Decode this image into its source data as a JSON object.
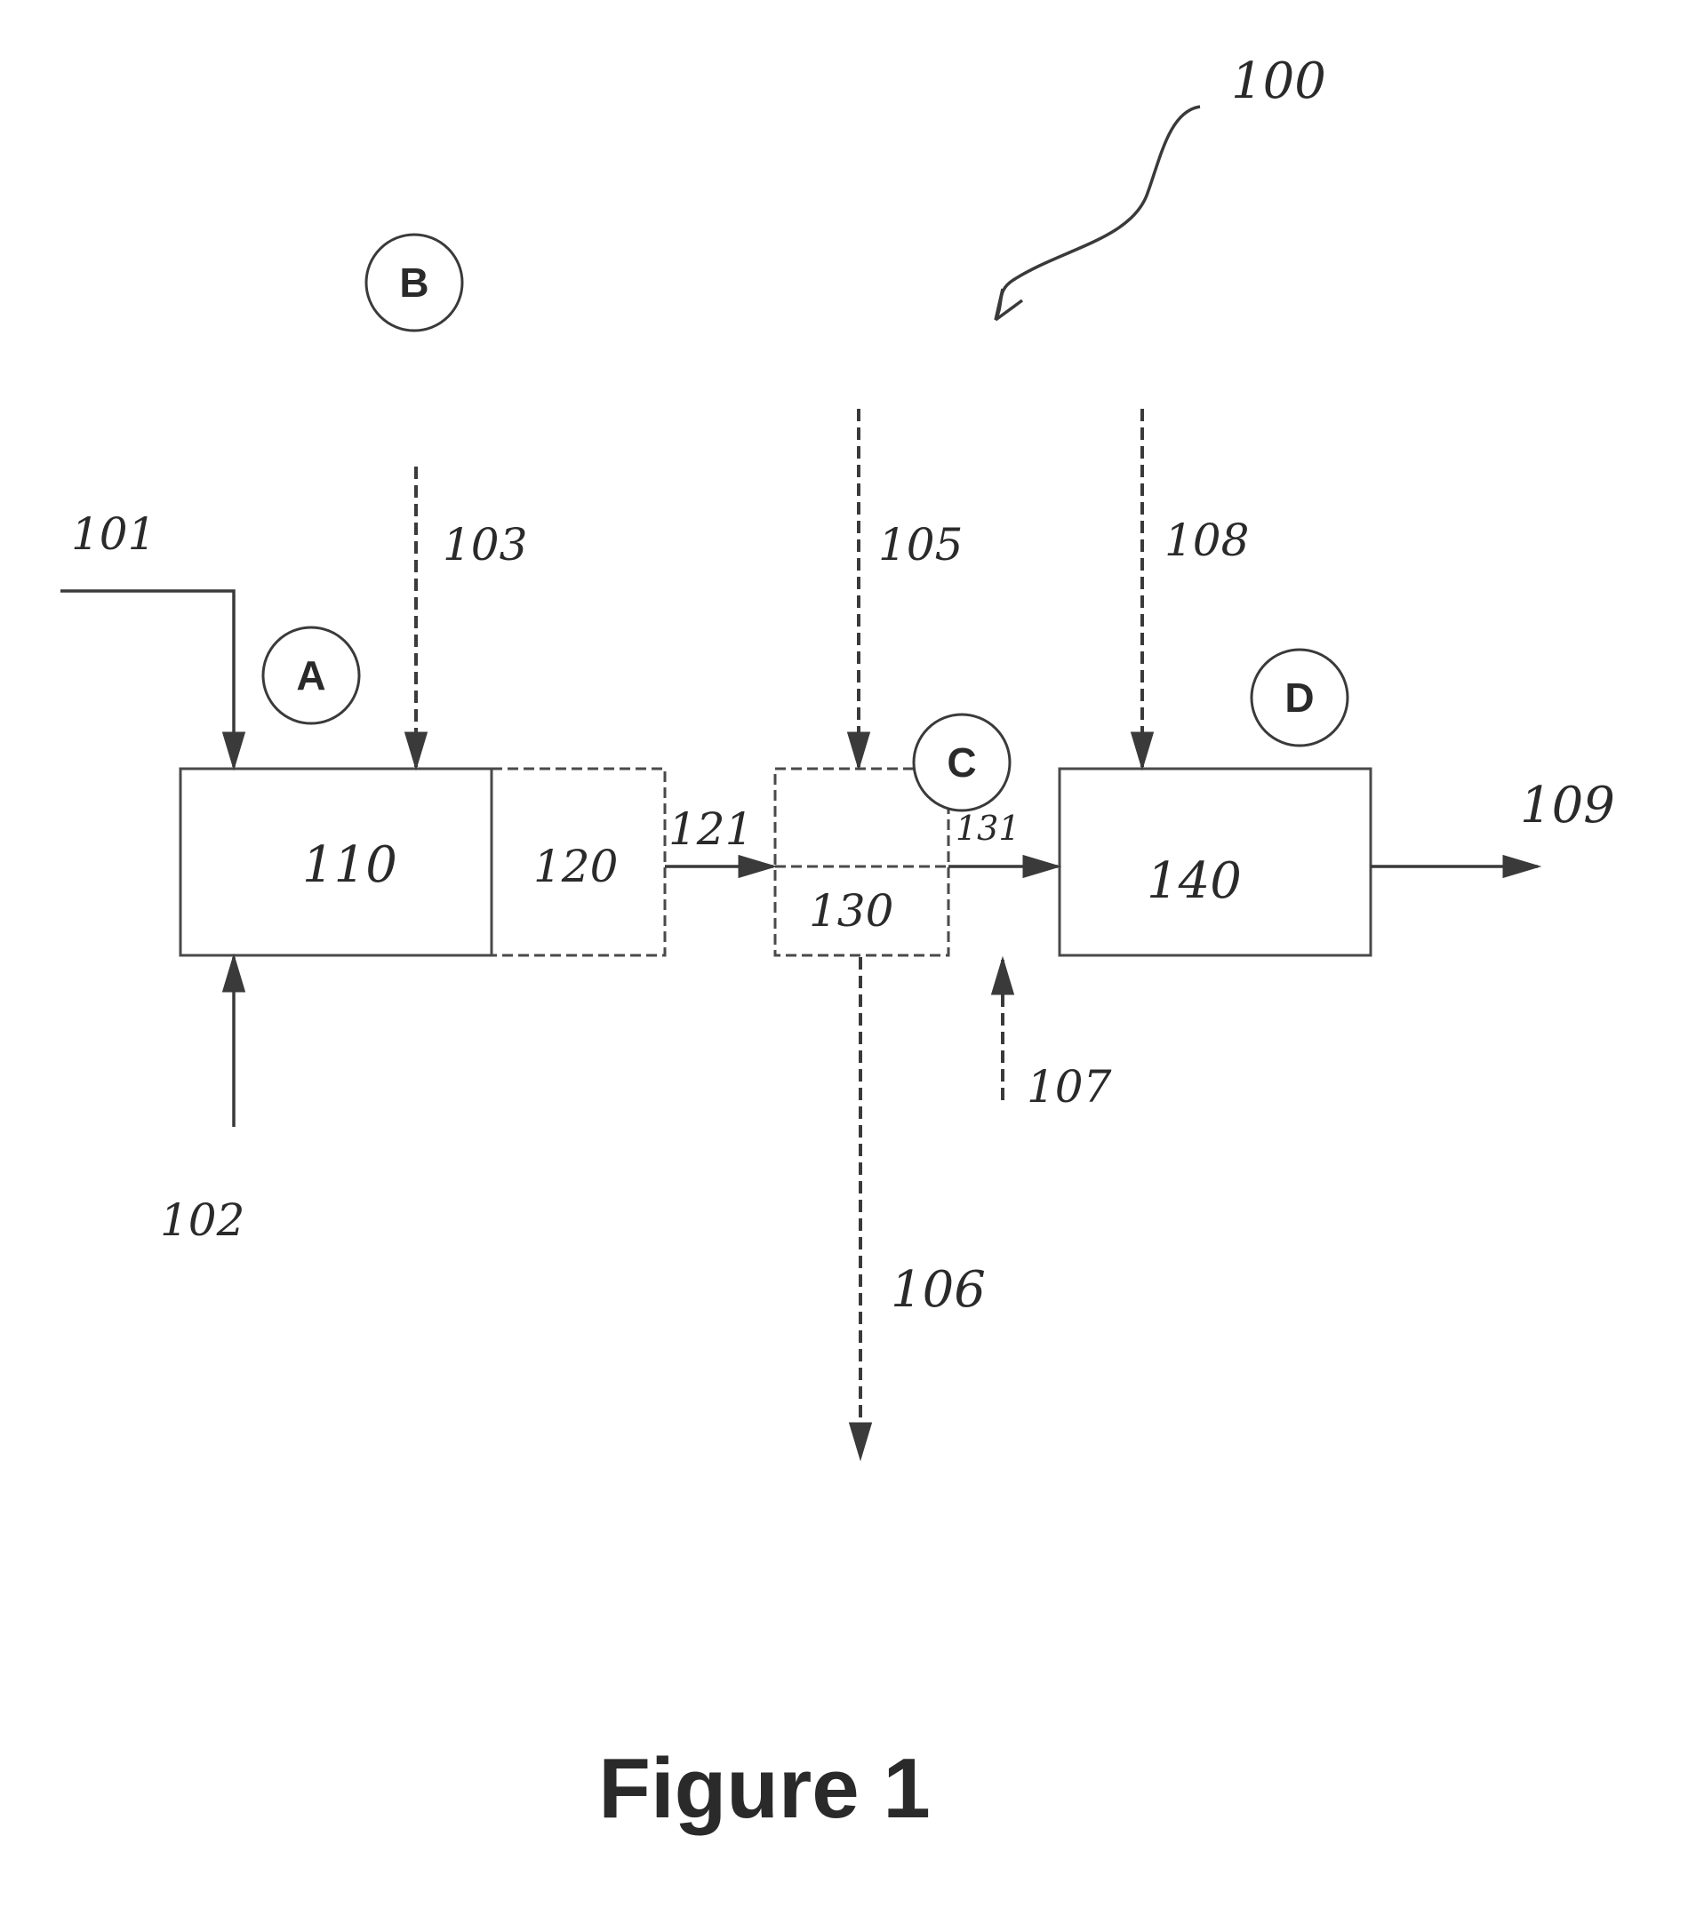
{
  "diagram": {
    "reference_numeral": "100",
    "units": {
      "u110": "110",
      "u120": "120",
      "u130": "130",
      "u140": "140"
    },
    "streams": {
      "s101": "101",
      "s102": "102",
      "s103": "103",
      "s105": "105",
      "s106": "106",
      "s107": "107",
      "s108": "108",
      "s109": "109",
      "s121": "121",
      "s131": "131"
    },
    "markers": {
      "A": "A",
      "B": "B",
      "C": "C",
      "D": "D"
    }
  },
  "caption": "Figure 1"
}
